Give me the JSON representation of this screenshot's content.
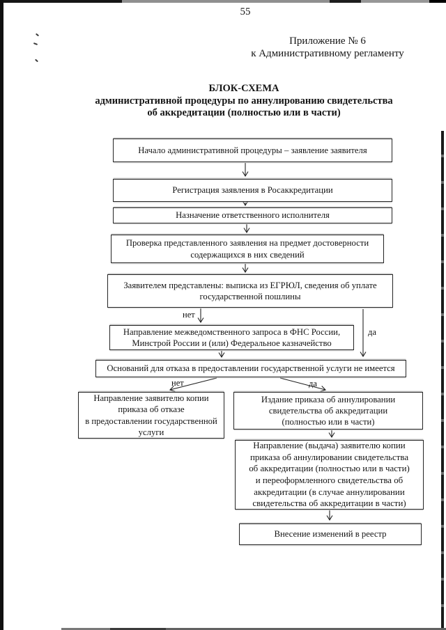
{
  "page": {
    "number": "55",
    "annex_lines": [
      "Приложение № 6",
      "к Административному регламенту"
    ],
    "title_lines": [
      "БЛОК-СХЕМА",
      "административной процедуры по аннулированию свидетельства",
      "об аккредитации (полностью или в части)"
    ]
  },
  "flowchart": {
    "boxes": {
      "start": {
        "lines": [
          "Начало административной процедуры – заявление заявителя"
        ]
      },
      "register": {
        "lines": [
          "Регистрация заявления в Росаккредитации"
        ]
      },
      "assign": {
        "lines": [
          "Назначение ответственного исполнителя"
        ]
      },
      "verify": {
        "lines": [
          "Проверка представленного заявления на предмет достоверности",
          "содержащихся в них сведений"
        ]
      },
      "submitted": {
        "lines": [
          "Заявителем представлены: выписка из ЕГРЮЛ, сведения об уплате",
          "государственной пошлины"
        ]
      },
      "interagency": {
        "lines": [
          "Направление межведомственного запроса в ФНС России,",
          "Минстрой России и (или) Федеральное казначейство"
        ]
      },
      "no_grounds": {
        "lines": [
          "Оснований для отказа в предоставлении государственной услуги не имеется"
        ]
      },
      "refuse_copy": {
        "lines": [
          "Направление заявителю копии",
          "приказа об отказе",
          "в предоставлении государственной",
          "услуги"
        ]
      },
      "issue_order": {
        "lines": [
          "Издание приказа об аннулировании",
          "свидетельства об аккредитации",
          "(полностью или в части)"
        ]
      },
      "send_copy": {
        "lines": [
          "Направление (выдача) заявителю копии",
          "приказа об аннулировании свидетельства",
          "об аккредитации (полностью или в части)",
          "и переоформленного свидетельства об",
          "аккредитации (в случае аннулировании",
          "свидетельства об аккредитации в части)"
        ]
      },
      "registry": {
        "lines": [
          "Внесение изменений в реестр"
        ]
      }
    },
    "edge_labels": {
      "submitted_no": "нет",
      "submitted_yes": "да",
      "grounds_no": "нет",
      "grounds_yes": "да"
    }
  }
}
